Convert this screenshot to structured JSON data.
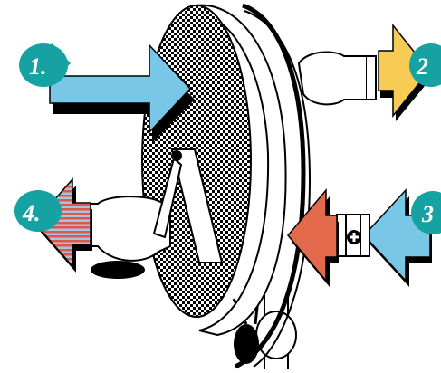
{
  "steps": [
    {
      "id": "1",
      "label": "1."
    },
    {
      "id": "2",
      "label": "2"
    },
    {
      "id": "3",
      "label": "3"
    },
    {
      "id": "4",
      "label": "4."
    }
  ],
  "colors": {
    "badge_teal": "#16a2a2",
    "arrow_blue": "#79c7e6",
    "arrow_yellow": "#f7cc55",
    "arrow_orange": "#e2694b",
    "stripe_red": "#e0574a",
    "stripe_blue": "#a7c3df",
    "wheel_dots": "#000000",
    "outline": "#000000"
  },
  "icons": {
    "plus_symbol": "plus-circle-icon"
  }
}
